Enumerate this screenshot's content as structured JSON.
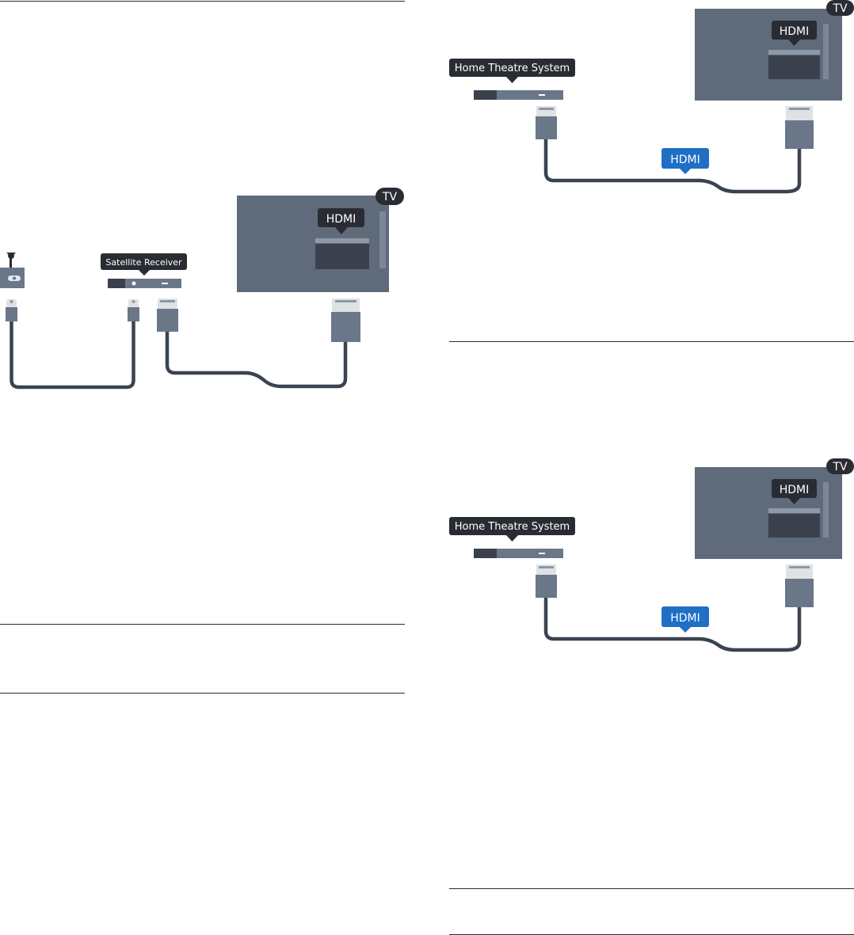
{
  "left_column": {
    "satellite_diagram": {
      "tv_badge": "TV",
      "hdmi_label": "HDMI",
      "receiver_label": "Satellite Receiver"
    }
  },
  "right_column": {
    "hts_diagram_1": {
      "tv_badge": "TV",
      "hdmi_port_label": "HDMI",
      "device_label": "Home Theatre System",
      "cable_label": "HDMI"
    },
    "hts_diagram_2": {
      "tv_badge": "TV",
      "hdmi_port_label": "HDMI",
      "device_label": "Home Theatre System",
      "cable_label": "HDMI"
    }
  },
  "colors": {
    "tv_body": "#5f6b7b",
    "dark": "#2a2c33",
    "device": "#697789",
    "cable": "#3b4350",
    "hdmi_blue": "#1f6fc5",
    "plug_light": "#dfe2e5"
  }
}
